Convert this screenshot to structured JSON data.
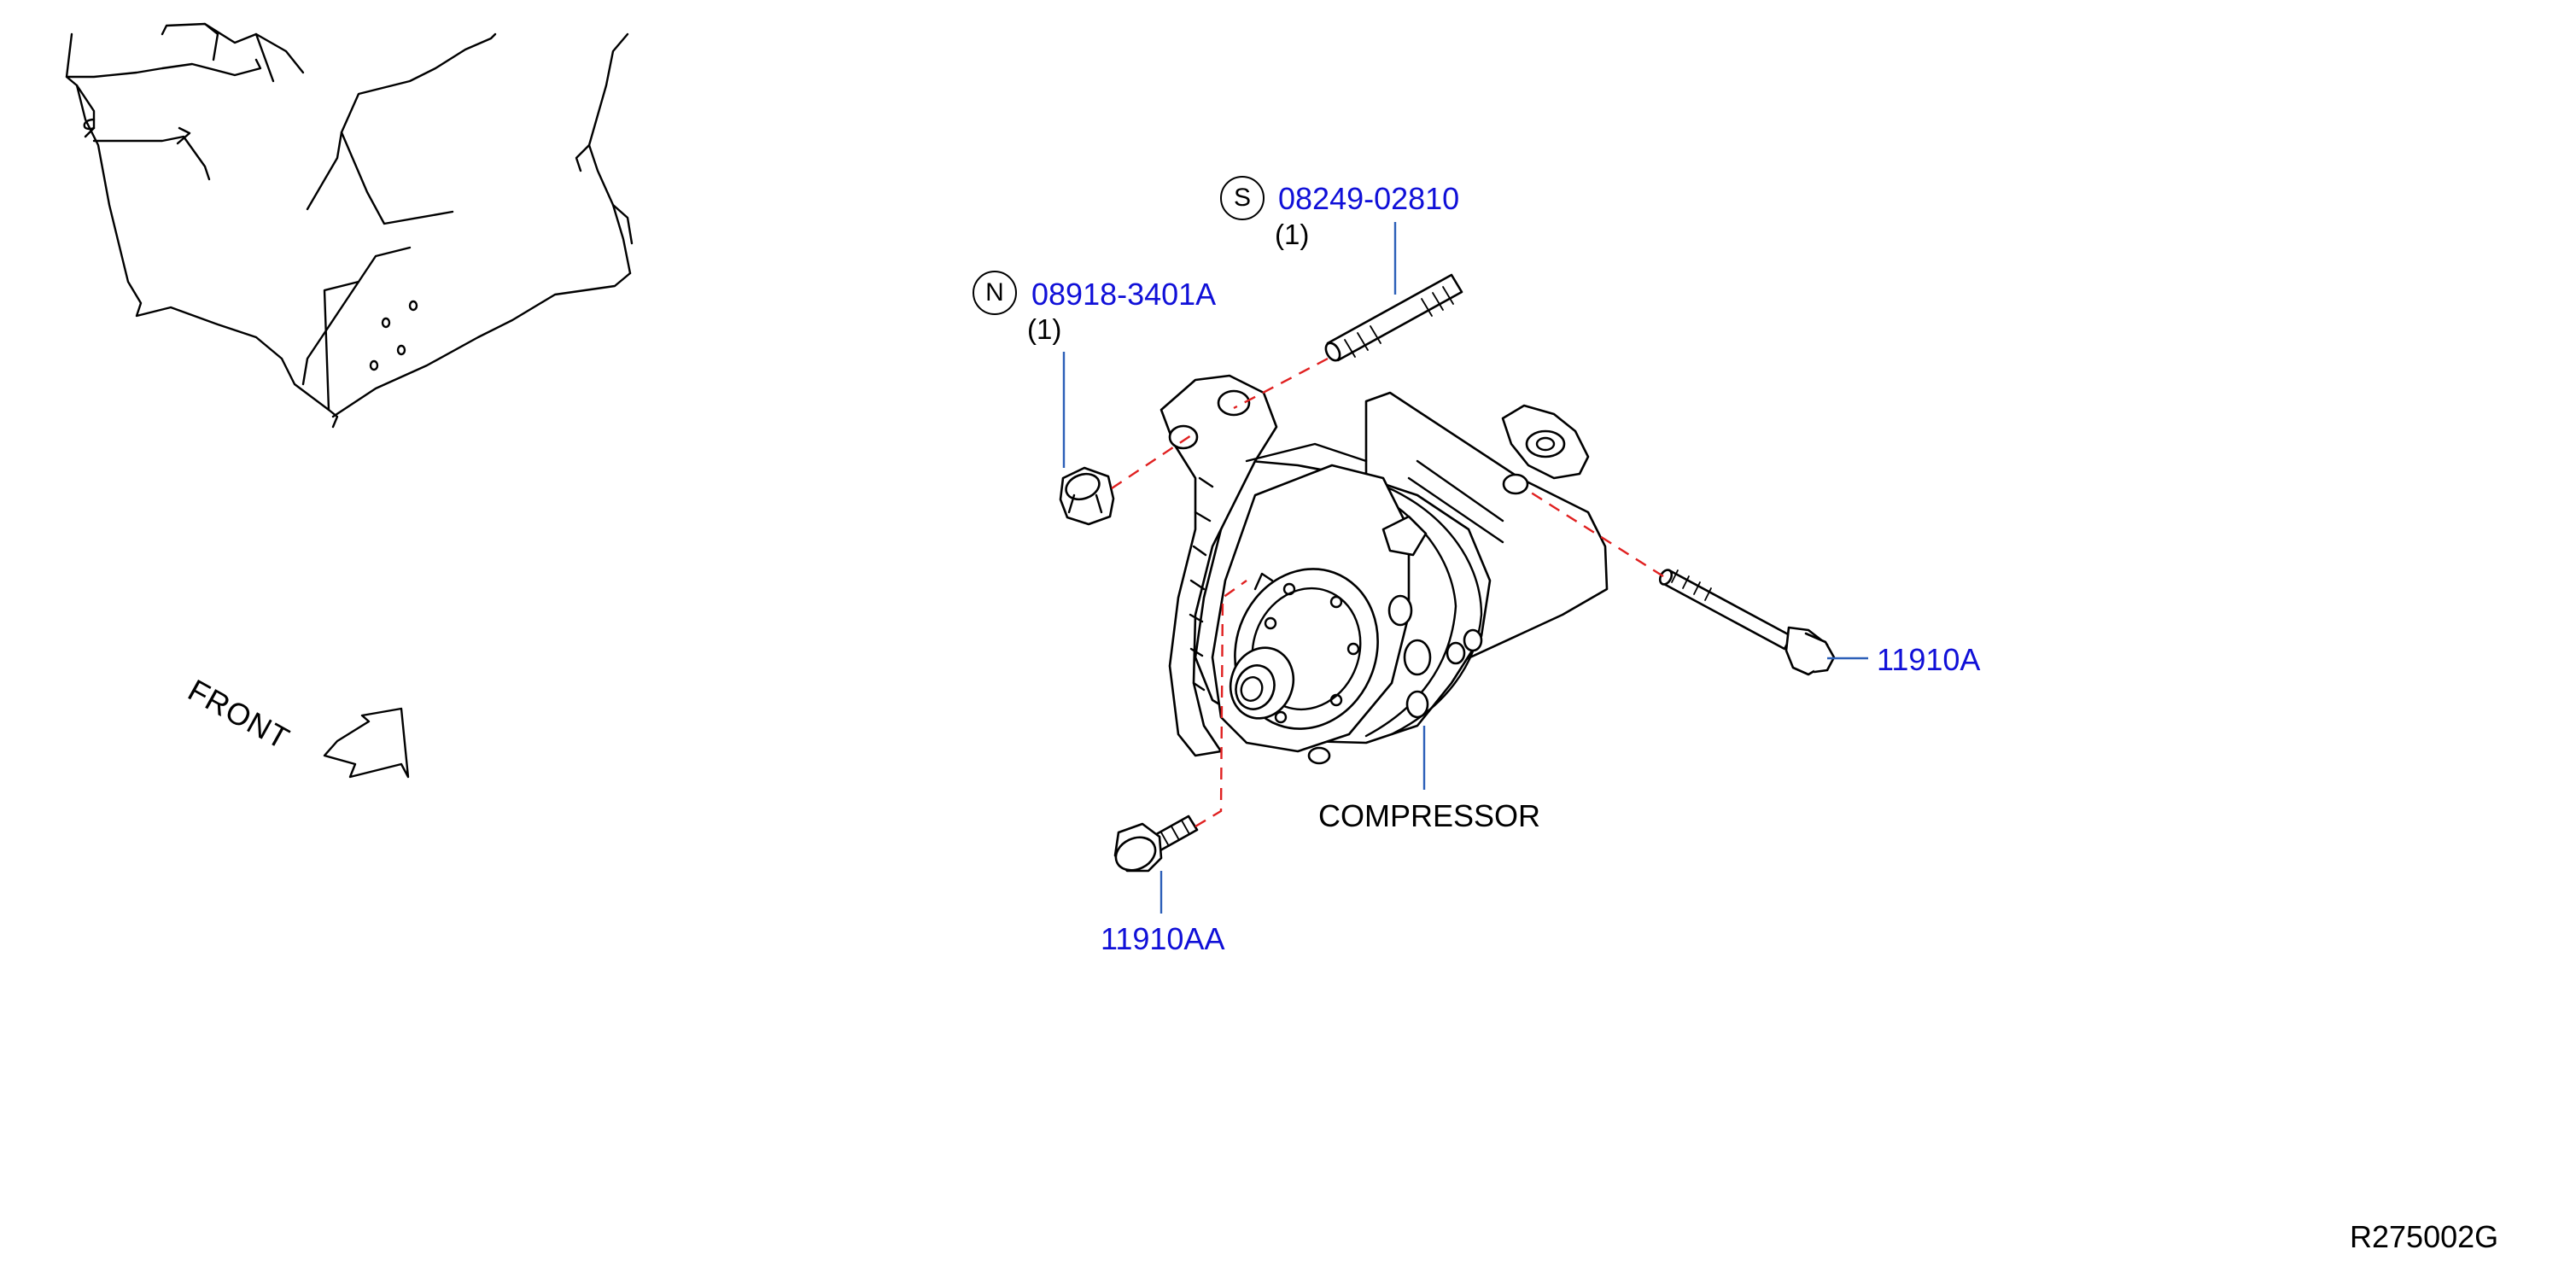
{
  "parts": [
    {
      "id": "stud",
      "badge": "S",
      "part_number": "08249-02810",
      "qty": "(1)"
    },
    {
      "id": "nut",
      "badge": "N",
      "part_number": "08918-3401A",
      "qty": "(1)"
    },
    {
      "id": "bolt-long",
      "part_number": "11910A"
    },
    {
      "id": "bolt-short",
      "part_number": "11910AA"
    }
  ],
  "compressor_label": "COMPRESSOR",
  "front_label": "FRONT",
  "reference_code": "R275002G",
  "colors": {
    "part_number": "#1010d8",
    "leader_line": "#2c5fb8",
    "dashed_line": "#e02020",
    "ink": "#000000"
  }
}
